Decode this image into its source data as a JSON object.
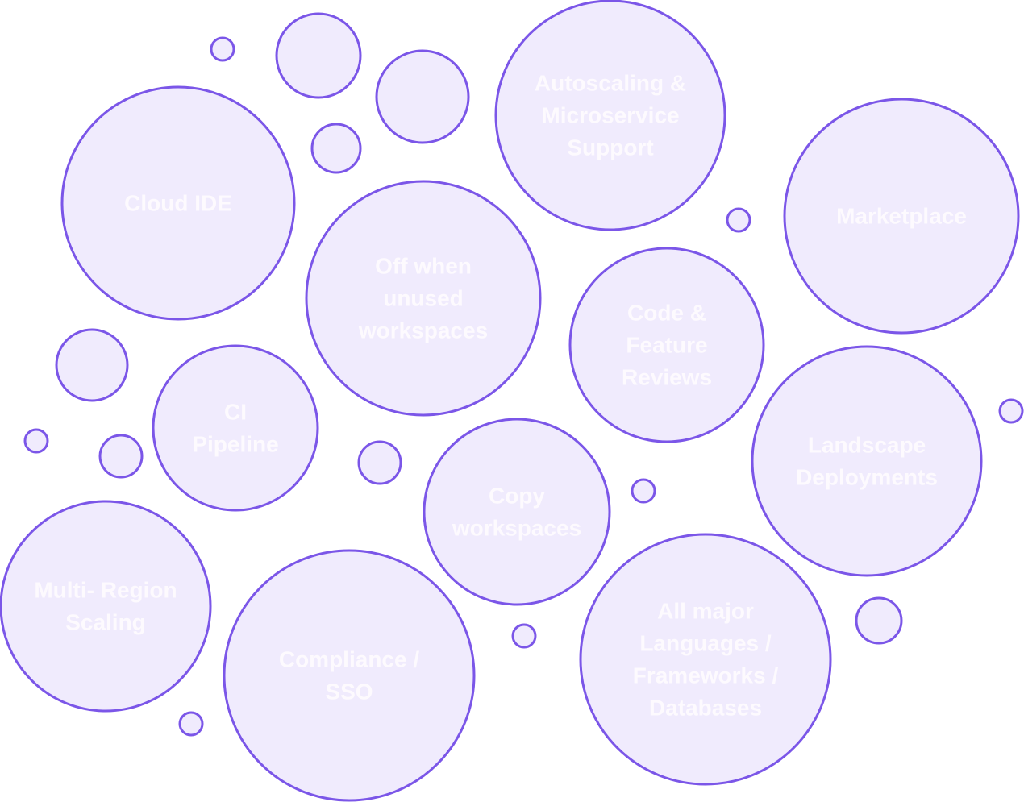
{
  "colors": {
    "background": "#FFFFFF",
    "bubble_fill": "#F0EBFD",
    "bubble_stroke": "#7B56E8",
    "label_text": "#FDFAFE"
  },
  "diagram": {
    "type": "bubble-cloud",
    "labeled_bubbles": [
      {
        "id": "cloud-ide",
        "lines": [
          "Cloud IDE"
        ]
      },
      {
        "id": "autoscaling-microservice-support",
        "lines": [
          "Autoscaling &",
          "Microservice",
          "Support"
        ]
      },
      {
        "id": "marketplace",
        "lines": [
          "Marketplace"
        ]
      },
      {
        "id": "off-when-unused-workspaces",
        "lines": [
          "Off when",
          "unused",
          "workspaces"
        ]
      },
      {
        "id": "code-feature-reviews",
        "lines": [
          "Code &",
          "Feature",
          "Reviews"
        ]
      },
      {
        "id": "ci-pipeline",
        "lines": [
          "CI",
          "Pipeline"
        ]
      },
      {
        "id": "landscape-deployments",
        "lines": [
          "Landscape",
          "Deployments"
        ]
      },
      {
        "id": "copy-workspaces",
        "lines": [
          "Copy",
          "workspaces"
        ]
      },
      {
        "id": "multi-region-scaling",
        "lines": [
          "Multi- Region",
          "Scaling"
        ]
      },
      {
        "id": "compliance-sso",
        "lines": [
          "Compliance /",
          "SSO"
        ]
      },
      {
        "id": "all-major-languages-frameworks-databases",
        "lines": [
          "All major",
          "Languages /",
          "Frameworks /",
          "Databases"
        ]
      }
    ],
    "decorative_bubble_count": 15
  }
}
